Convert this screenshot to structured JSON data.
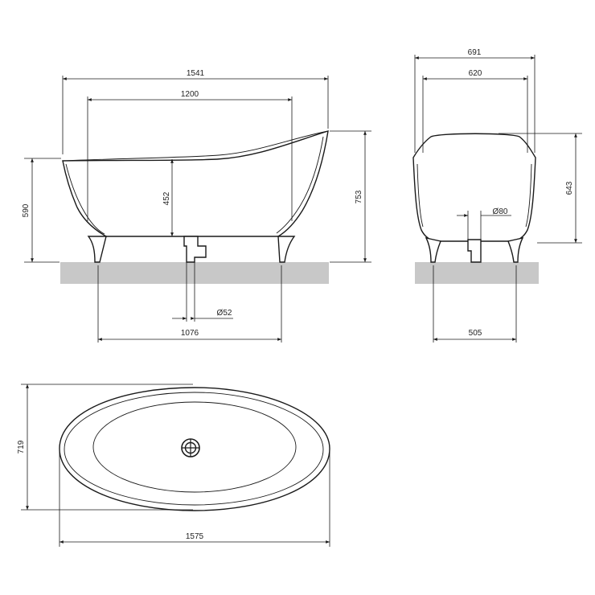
{
  "front_view": {
    "overall_length": "1541",
    "basin_length": "1200",
    "side_height": "590",
    "inner_depth": "452",
    "overall_height": "753",
    "drain_diameter": "Ø52",
    "feet_spacing": "1076"
  },
  "side_view": {
    "overall_width": "691",
    "basin_width": "620",
    "overall_height": "643",
    "drain_diameter": "Ø80",
    "feet_spacing": "505"
  },
  "top_view": {
    "overall_width": "719",
    "overall_length": "1575"
  }
}
